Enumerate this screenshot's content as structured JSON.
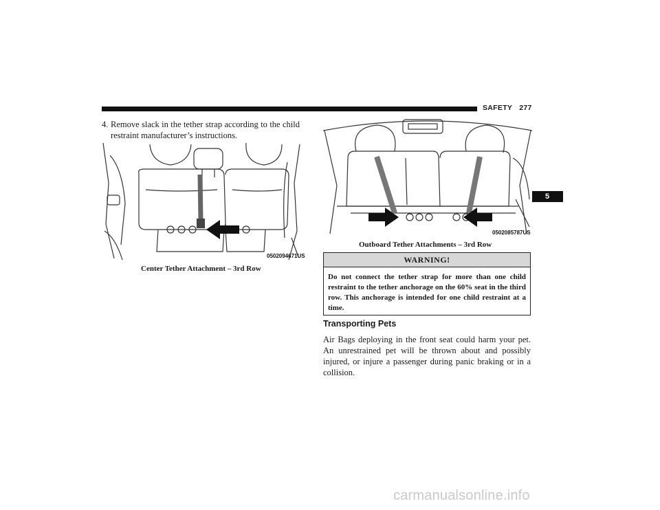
{
  "header": {
    "section": "SAFETY",
    "page_number": "277",
    "chapter_tab": "5"
  },
  "step": {
    "number": "4.",
    "text": "Remove slack in the tether strap according to the child restraint manufacturer’s instructions."
  },
  "figures": {
    "center": {
      "code": "0502094671US",
      "caption": "Center Tether Attachment – 3rd Row"
    },
    "outboard": {
      "code": "0502085787US",
      "caption": "Outboard Tether Attachments – 3rd Row"
    }
  },
  "warning": {
    "title": "WARNING!",
    "text": "Do not connect the tether strap for more than one child restraint to the tether anchorage on the 60% seat in the third row. This anchorage is intended for one child restraint at a time."
  },
  "section": {
    "title": "Transporting Pets",
    "text": "Air Bags deploying in the front seat could harm your pet. An unrestrained pet will be thrown about and possibly injured, or injure a passenger during panic braking or in a collision."
  },
  "watermark": "carmanualsonline.info"
}
